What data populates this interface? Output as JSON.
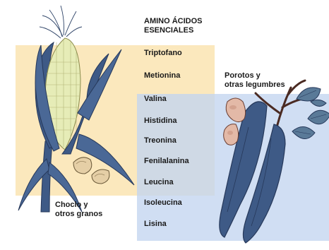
{
  "header": {
    "line1": "AMINO ÁCIDOS",
    "line2": "ESENCIALES"
  },
  "amino_acids": [
    "Triptofano",
    "Metionina",
    "Valina",
    "Histidina",
    "Treonina",
    "Fenilalanina",
    "Leucina",
    "Isoleucina",
    "Lisina"
  ],
  "corn_label": {
    "line1": "Choclo y",
    "line2": "otros granos"
  },
  "bean_label": {
    "line1": "Porotos y",
    "line2": "otras legumbres"
  },
  "colors": {
    "corn_region": "#fbe8bd",
    "bean_region": "#c3d5ef",
    "overlap": "#bfd6cf",
    "plant": "#3e5a86",
    "plant_dark": "#26385a",
    "kernels": "#e6ecb7",
    "seeds": "#e5cfa6"
  }
}
